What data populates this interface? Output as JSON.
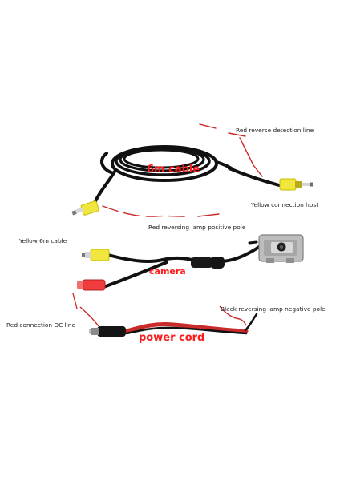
{
  "labels": {
    "red_reverse_detection_line": "Red reverse detection line",
    "yellow_connection_host": "Yellow connection host",
    "red_reversing_lamp_positive_pole": "Red reversing lamp positive pole",
    "yellow_6m_cable": "Yellow 6m cable",
    "black_reversing_lamp_negative_pole": "Black reversing lamp negative pole",
    "red_connection_dc_line": "Red connection DC line"
  },
  "tags": {
    "six_m_cable": "6m cable",
    "camera": "camera",
    "power_cord": "power cord"
  },
  "colors": {
    "red_text": "#ff1b1b",
    "yellow_connector": "#f1e63d",
    "red_connector": "#ef3d3d",
    "cable_black": "#111111",
    "camera_silver": "#c9c9c9",
    "wire_red": "#c92a2a"
  }
}
